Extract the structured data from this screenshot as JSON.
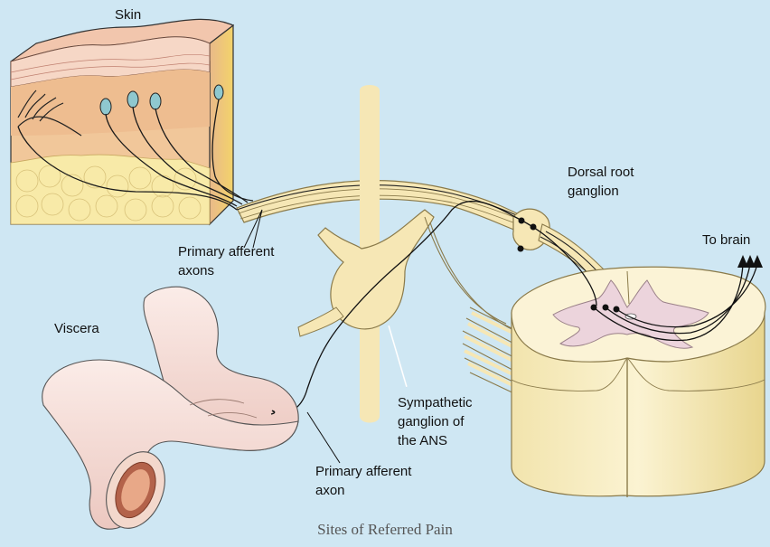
{
  "labels": {
    "skin": "Skin",
    "dorsal_root_ganglion_1": "Dorsal root",
    "dorsal_root_ganglion_2": "ganglion",
    "to_brain": "To brain",
    "primary_afferent_axons_1": "Primary afferent",
    "primary_afferent_axons_2": "axons",
    "viscera": "Viscera",
    "sympathetic_ganglion_1": "Sympathetic",
    "sympathetic_ganglion_2": "ganglion of",
    "sympathetic_ganglion_3": "the ANS",
    "primary_afferent_axon_1": "Primary afferent",
    "primary_afferent_axon_2": "axon"
  },
  "caption": "Sites of Referred Pain",
  "colors": {
    "background": "#cfe7f3",
    "nerve": "#f6e7b5",
    "nerve_outline": "#8a7a4a",
    "spinal_gray_matter": "#ecd4dc",
    "viscera": "#f7e1dc",
    "skin_surface": "#f4c8b4",
    "fat": "#f8eaa8"
  }
}
